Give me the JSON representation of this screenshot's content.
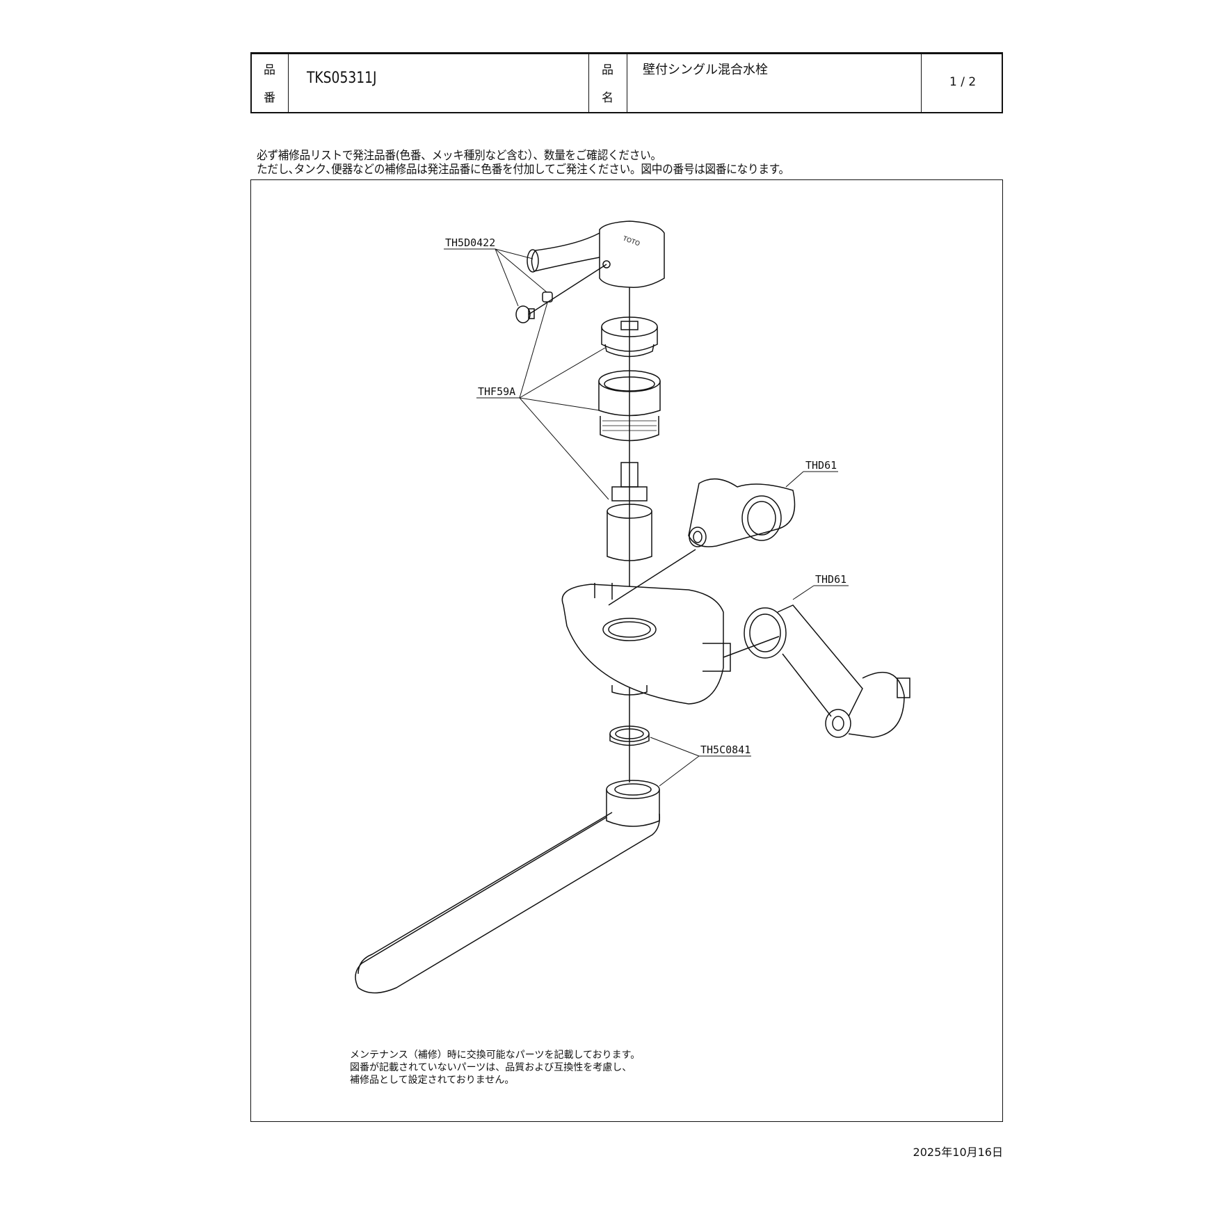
{
  "header": {
    "part_number_label_top": "品",
    "part_number_label_bottom": "番",
    "part_number": "TKS05311J",
    "product_name_label_top": "品",
    "product_name_label_bottom": "名",
    "product_name": "壁付シングル混合水栓",
    "page": "1 / 2"
  },
  "notes": [
    "必ず補修品リストで発注品番(色番、メッキ種別など含む）、数量をご確認ください。",
    "ただし､タンク､便器などの補修品は発注品番に色番を付加してご発注ください。図中の番号は図番になります。"
  ],
  "diagram": {
    "brand_mark": "TOTO",
    "part_labels": [
      "TH5D0422",
      "THF59A",
      "THD61",
      "THD61",
      "TH5C0841"
    ],
    "maintenance_note": [
      "メンテナンス（補修）時に交換可能なパーツを記載しております。",
      "図番が記載されていないパーツは、品質および互換性を考慮し、",
      "補修品として設定されておりません。"
    ]
  },
  "footer": {
    "date": "2025年10月16日"
  }
}
